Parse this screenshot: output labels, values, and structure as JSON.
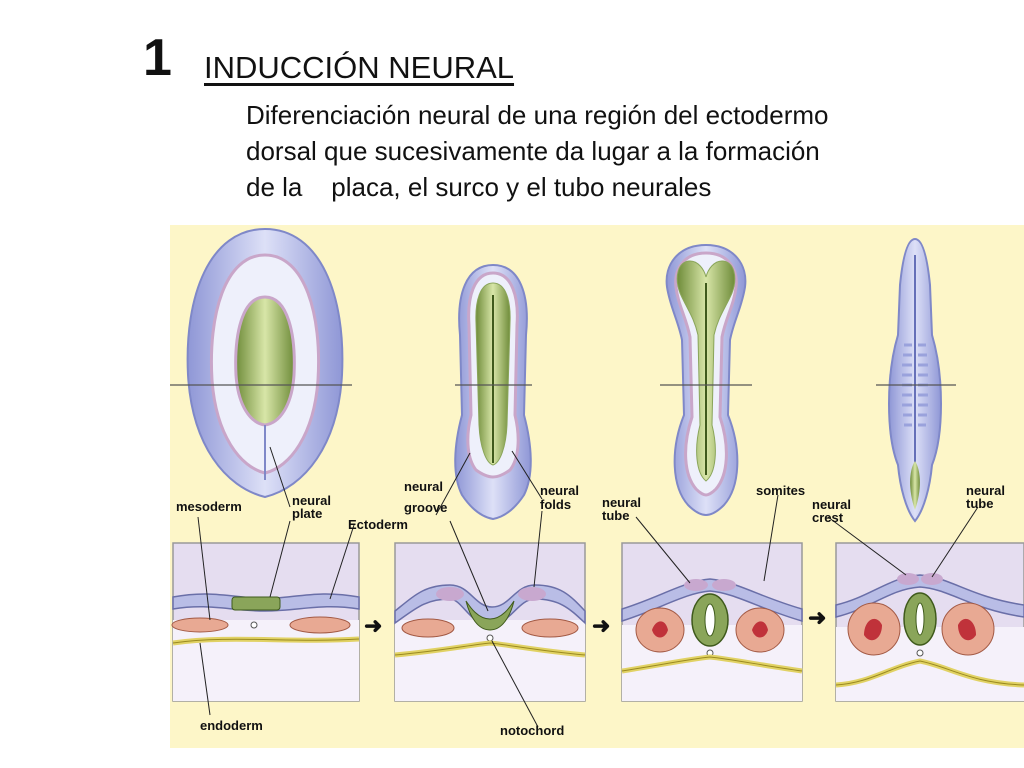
{
  "slide": {
    "number": "1",
    "title": "INDUCCIÓN NEURAL",
    "description_lines": [
      "Diferenciación neural de una región del ectodermo",
      "dorsal que sucesivamente da lugar a la formación",
      "de la    placa, el surco y el tubo neurales"
    ]
  },
  "figure": {
    "labels": {
      "mesoderm": "mesoderm",
      "neural_plate_1": "neural",
      "neural_plate_2": "plate",
      "ectoderm": "Ectoderm",
      "neural_groove_1": "neural",
      "neural_groove_2": "groove",
      "neural_folds_1": "neural",
      "neural_folds_2": "folds",
      "neural_tube_a_1": "neural",
      "neural_tube_a_2": "tube",
      "somites": "somites",
      "neural_crest_1": "neural",
      "neural_crest_2": "crest",
      "neural_tube_b_1": "neural",
      "neural_tube_b_2": "tube",
      "endoderm": "endoderm",
      "notochord": "notochord"
    },
    "arrow_glyph": "➜"
  },
  "colors": {
    "background": "#fdf6c8",
    "ectoderm": "#b9bde6",
    "neural_tissue": "#8aa55a",
    "mesoderm": "#e8a993",
    "endoderm": "#e1d264",
    "neural_crest": "#c8a8cf"
  }
}
